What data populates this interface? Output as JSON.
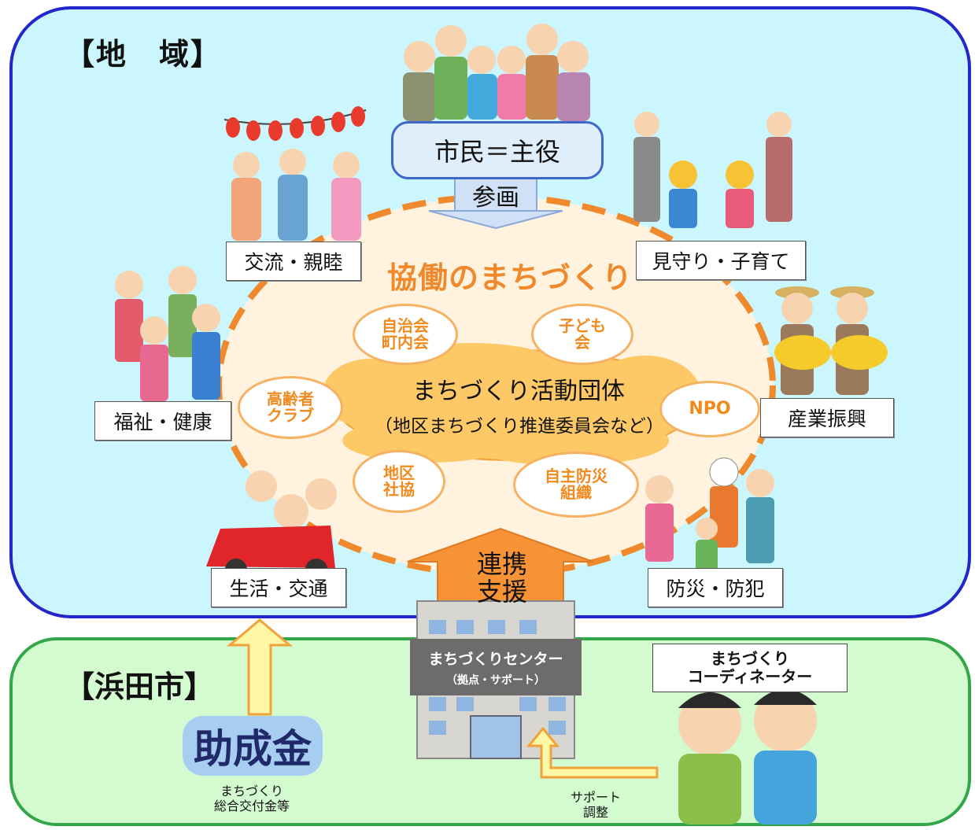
{
  "region_title": "【地　域】",
  "city_title": "【浜田市】",
  "citizen_label": "市民＝主役",
  "participation_label": "参画",
  "collab_title": "協働のまちづくり",
  "activity_main": "まちづくり活動団体",
  "activity_sub": "（地区まちづくり推進委員会など）",
  "groups": {
    "jichikai": [
      "自治会",
      "町内会"
    ],
    "kodomokai": [
      "子ども",
      "会"
    ],
    "koureisha": [
      "高齢者",
      "クラブ"
    ],
    "npo": "NPO",
    "chiku_shakyo": [
      "地区",
      "社協"
    ],
    "jishu_bousai": [
      "自主防災",
      "組織"
    ]
  },
  "themes": {
    "koryu": "交流・親睦",
    "mimamori": "見守り・子育て",
    "fukushi": "福祉・健康",
    "sangyo": "産業振興",
    "seikatsu": "生活・交通",
    "bousai": "防災・防犯"
  },
  "support_arrow": [
    "連携",
    "支援"
  ],
  "center": {
    "name": "まちづくりセンター",
    "role": "（拠点・サポート）"
  },
  "coordinator": [
    "まちづくり",
    "コーディネーター"
  ],
  "grant": {
    "label": "助成金",
    "note": [
      "まちづくり",
      "総合交付金等"
    ]
  },
  "support_note": [
    "サポート",
    "調整"
  ],
  "colors": {
    "region_border": "#2326c8",
    "region_fill": "#ccf6fd",
    "city_border": "#33a64a",
    "city_fill": "#d4fbd0",
    "collab_orange": "#f0892b",
    "cloud_fill": "#fdc866",
    "arrow_fill": "#fef7a5",
    "arrow_stroke": "#f1a33a"
  },
  "icons": [
    "family-group-illustration",
    "festival-dancers-illustration",
    "school-crossing-illustration",
    "farmers-harvest-illustration",
    "joggers-illustration",
    "car-seniors-illustration",
    "evacuation-illustration",
    "building-icon",
    "coordinators-illustration"
  ]
}
